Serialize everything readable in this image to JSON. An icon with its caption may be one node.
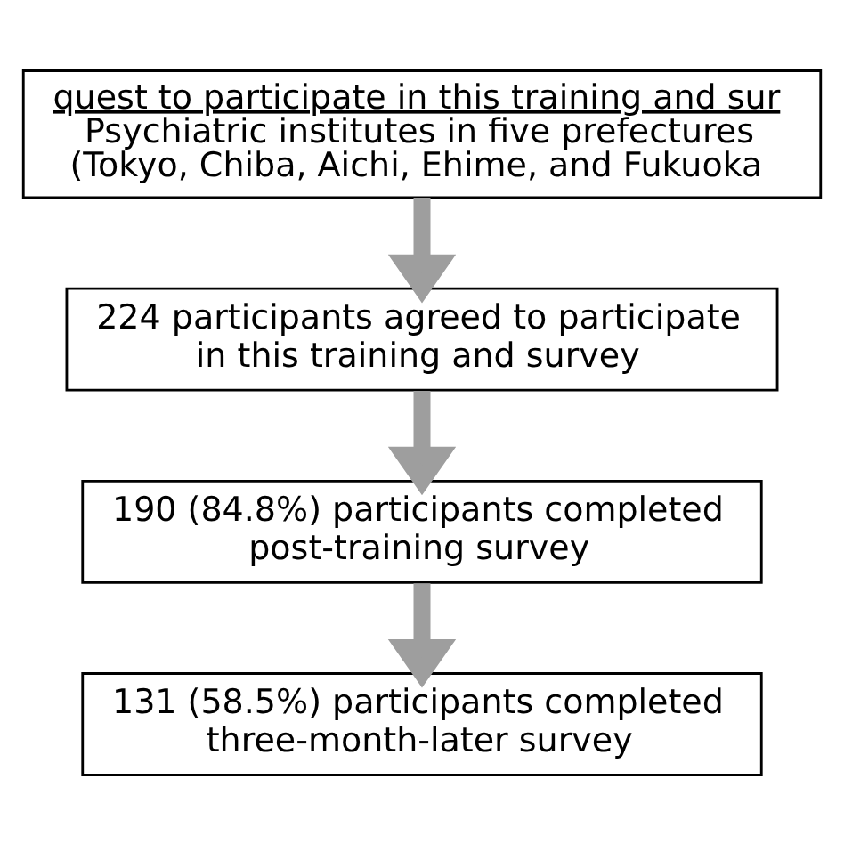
{
  "diagram": {
    "nodes": [
      {
        "text": [
          "quest to participate in this training and sur",
          "Psychiatric institutes in five prefectures (Tokyo, Chiba, Aichi, Ehime, and Fukuoka"
        ]
      },
      {
        "text": [
          "224 participants agreed to participate in this training and survey"
        ]
      },
      {
        "text": [
          "190 (84.8%) participants completed post-training survey"
        ]
      },
      {
        "text": [
          "131 (58.5%) participants completed three-month-later survey"
        ]
      }
    ],
    "edges": [
      {
        "from": 0,
        "to": 1,
        "arrow": "to"
      },
      {
        "from": 1,
        "to": 2,
        "arrow": "to"
      },
      {
        "from": 2,
        "to": 3,
        "arrow": "to"
      }
    ]
  }
}
